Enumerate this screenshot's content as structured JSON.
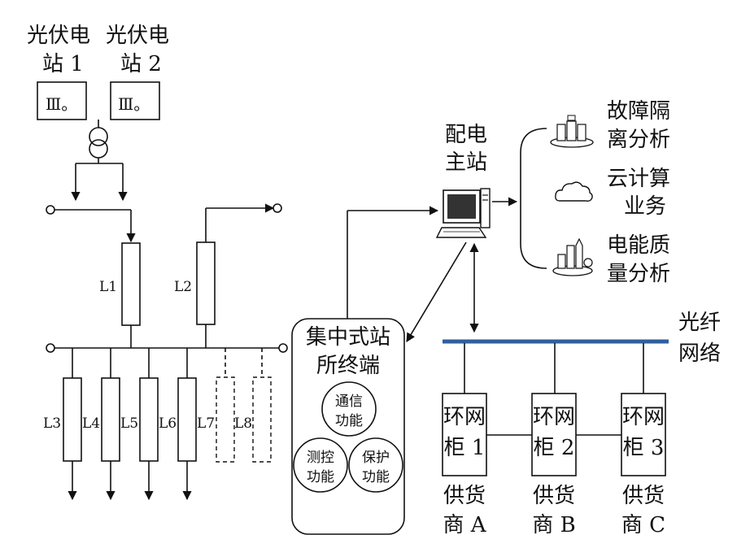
{
  "pv_stations": [
    {
      "line1": "光伏电",
      "line2": "站 1",
      "meter_text": "Ⅲ。"
    },
    {
      "line1": "光伏电",
      "line2": "站 2",
      "meter_text": "Ⅲ。"
    }
  ],
  "feeders": [
    "L1",
    "L2",
    "L3",
    "L4",
    "L5",
    "L6",
    "L7",
    "L8"
  ],
  "master_station": {
    "line1": "配电",
    "line2": "主站"
  },
  "services": [
    {
      "line1": "故障隔",
      "line2": "离分析",
      "icon": "server-icon"
    },
    {
      "line1": "云计算",
      "line2": "业务",
      "icon": "cloud-icon"
    },
    {
      "line1": "电能质",
      "line2": "量分析",
      "icon": "city-icon"
    }
  ],
  "centralized_terminal": {
    "line1": "集中式站",
    "line2": "所终端",
    "functions": [
      {
        "line1": "通信",
        "line2": "功能"
      },
      {
        "line1": "测控",
        "line2": "功能"
      },
      {
        "line1": "保护",
        "line2": "功能"
      }
    ]
  },
  "fiber": {
    "line1": "光纤",
    "line2": "网络"
  },
  "ring_units": [
    {
      "line1": "环网",
      "line2": "柜 1",
      "vendor1": "供货",
      "vendor2": "商 A"
    },
    {
      "line1": "环网",
      "line2": "柜 2",
      "vendor1": "供货",
      "vendor2": "商 B"
    },
    {
      "line1": "环网",
      "line2": "柜 3",
      "vendor1": "供货",
      "vendor2": "商 C"
    }
  ]
}
